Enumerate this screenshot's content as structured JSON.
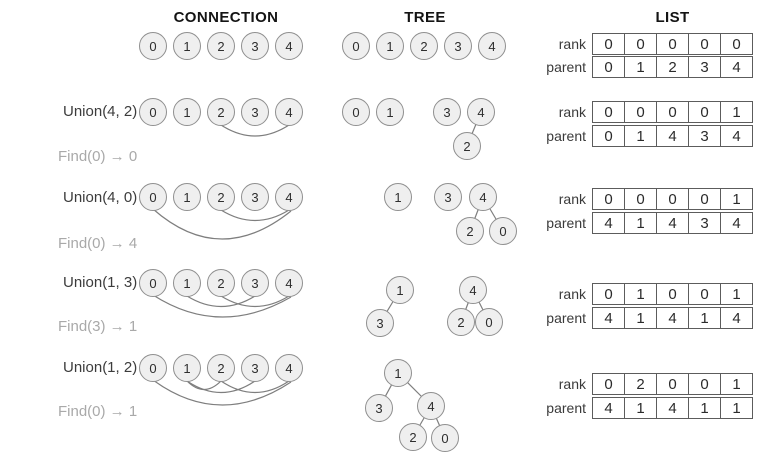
{
  "headers": {
    "connection": "CONNECTION",
    "tree": "TREE",
    "list": "LIST"
  },
  "row_labels": {
    "rank": "rank",
    "parent": "parent"
  },
  "node_labels": [
    "0",
    "1",
    "2",
    "3",
    "4"
  ],
  "colors": {
    "node_fill": "#efefef",
    "node_border": "#8f8f8f",
    "edge_stroke": "#7e7e7e",
    "union_text": "#3c3c3c",
    "find_text": "#a9a9a9",
    "table_border": "#5c5c5c"
  },
  "steps": [
    {
      "tree_nodes": [
        "0",
        "1",
        "2",
        "3",
        "4"
      ],
      "connection_edges": [],
      "tree_edges": [],
      "rank": [
        "0",
        "0",
        "0",
        "0",
        "0"
      ],
      "parent": [
        "0",
        "1",
        "2",
        "3",
        "4"
      ]
    },
    {
      "union": "Union(4, 2)",
      "find": "Find(0) → 0",
      "connection_edges": [
        "2-4"
      ],
      "tree_nodes": [
        "0",
        "1",
        "3",
        "4",
        "2"
      ],
      "tree_edges": [
        "4-2"
      ],
      "rank": [
        "0",
        "0",
        "0",
        "0",
        "1"
      ],
      "parent": [
        "0",
        "1",
        "4",
        "3",
        "4"
      ]
    },
    {
      "union": "Union(4, 0)",
      "find": "Find(0) → 4",
      "connection_edges": [
        "2-4",
        "0-4"
      ],
      "tree_nodes": [
        "1",
        "3",
        "4",
        "2",
        "0"
      ],
      "tree_edges": [
        "4-2",
        "4-0"
      ],
      "rank": [
        "0",
        "0",
        "0",
        "0",
        "1"
      ],
      "parent": [
        "4",
        "1",
        "4",
        "3",
        "4"
      ]
    },
    {
      "union": "Union(1, 3)",
      "find": "Find(3) → 1",
      "connection_edges": [
        "1-3",
        "2-4",
        "0-4"
      ],
      "tree_nodes": [
        "1",
        "3",
        "4",
        "2",
        "0"
      ],
      "tree_edges": [
        "1-3",
        "4-2",
        "4-0"
      ],
      "rank": [
        "0",
        "1",
        "0",
        "0",
        "1"
      ],
      "parent": [
        "4",
        "1",
        "4",
        "1",
        "4"
      ]
    },
    {
      "union": "Union(1, 2)",
      "find": "Find(0) → 1",
      "connection_edges": [
        "1-2",
        "1-3",
        "2-4",
        "0-4"
      ],
      "tree_nodes": [
        "1",
        "3",
        "4",
        "2",
        "0"
      ],
      "tree_edges": [
        "1-3",
        "1-4",
        "4-2",
        "4-0"
      ],
      "rank": [
        "0",
        "2",
        "0",
        "0",
        "1"
      ],
      "parent": [
        "4",
        "1",
        "4",
        "1",
        "1"
      ]
    }
  ]
}
